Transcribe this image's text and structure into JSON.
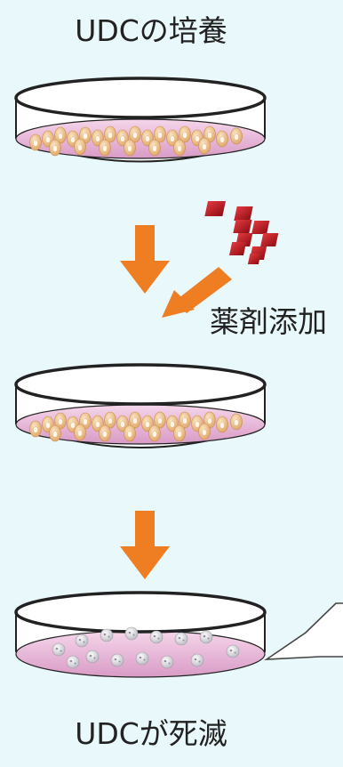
{
  "labels": {
    "top": "UDCの培養",
    "drug": "薬剤添加",
    "bottom": "UDCが死滅"
  },
  "colors": {
    "background": "#e9f8fa",
    "arrow": "#ef7d22",
    "drug": "#c4161c",
    "medium": "#e9b6d9",
    "live_cell": "#f2c490",
    "dead_cell": "#d9d9dc"
  },
  "icons": [
    "petri-dish-icon",
    "down-arrow-icon",
    "drug-cubes-icon",
    "live-cell-icon",
    "dead-cell-icon"
  ]
}
